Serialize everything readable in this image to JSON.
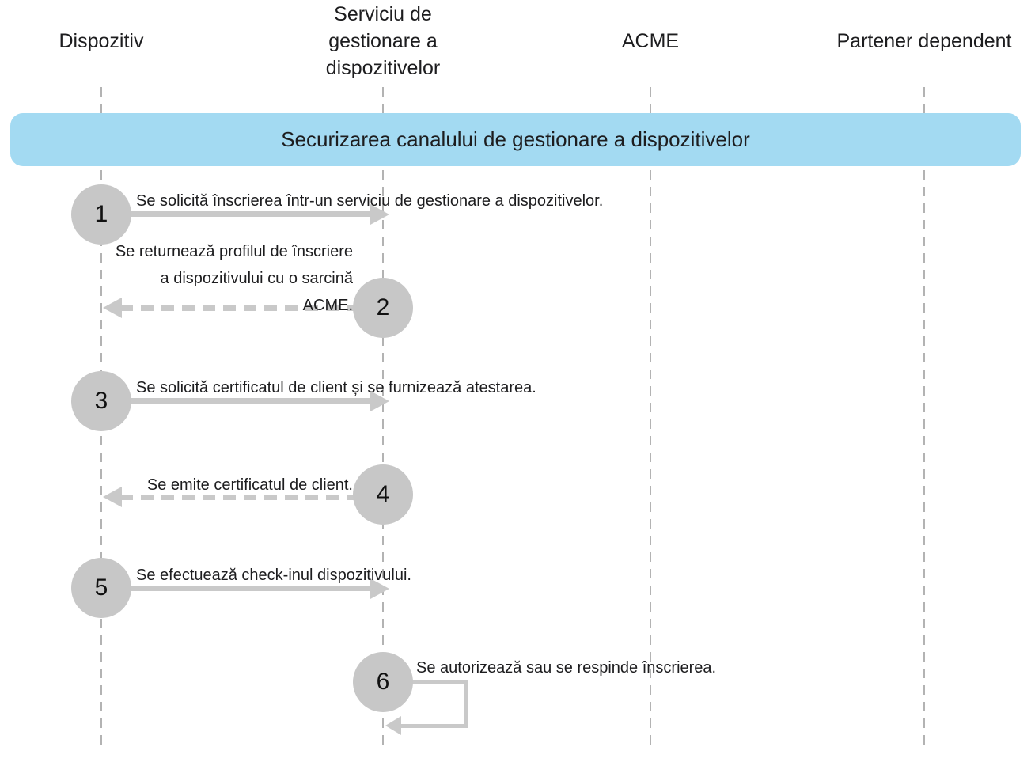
{
  "diagram": {
    "band_title": "Securizarea canalului de gestionare a dispozitivelor",
    "lanes": [
      {
        "label": "Dispozitiv"
      },
      {
        "label": "Serviciu de gestionare a dispozitivelor"
      },
      {
        "label": "ACME"
      },
      {
        "label": "Partener dependent"
      }
    ],
    "steps": [
      {
        "num": "1",
        "text": "Se solicită înscrierea într-un serviciu de gestionare a dispozitivelor.",
        "from": "Dispozitiv",
        "to": "Serviciu de gestionare a dispozitivelor",
        "style": "solid"
      },
      {
        "num": "2",
        "text": "Se returnează profilul de înscriere a dispozitivului cu o sarcină ACME.",
        "from": "Serviciu de gestionare a dispozitivelor",
        "to": "Dispozitiv",
        "style": "dashed"
      },
      {
        "num": "3",
        "text": "Se solicită certificatul de client și se furnizează atestarea.",
        "from": "Dispozitiv",
        "to": "Serviciu de gestionare a dispozitivelor",
        "style": "solid"
      },
      {
        "num": "4",
        "text": "Se emite certificatul de client.",
        "from": "Serviciu de gestionare a dispozitivelor",
        "to": "Dispozitiv",
        "style": "dashed"
      },
      {
        "num": "5",
        "text": "Se efectuează check-inul dispozitivului.",
        "from": "Dispozitiv",
        "to": "Serviciu de gestionare a dispozitivelor",
        "style": "solid"
      },
      {
        "num": "6",
        "text": "Se autorizează sau se respinde înscrierea.",
        "from": "Serviciu de gestionare a dispozitivelor",
        "to": "Serviciu de gestionare a dispozitivelor",
        "style": "self-loop"
      }
    ],
    "colors": {
      "band_background": "#A3DAF2",
      "arrow_gray": "#C9C9C9",
      "circle_gray": "#C7C7C7",
      "lifeline_gray": "#B3B3B3",
      "text": "#1D1D1F"
    }
  }
}
